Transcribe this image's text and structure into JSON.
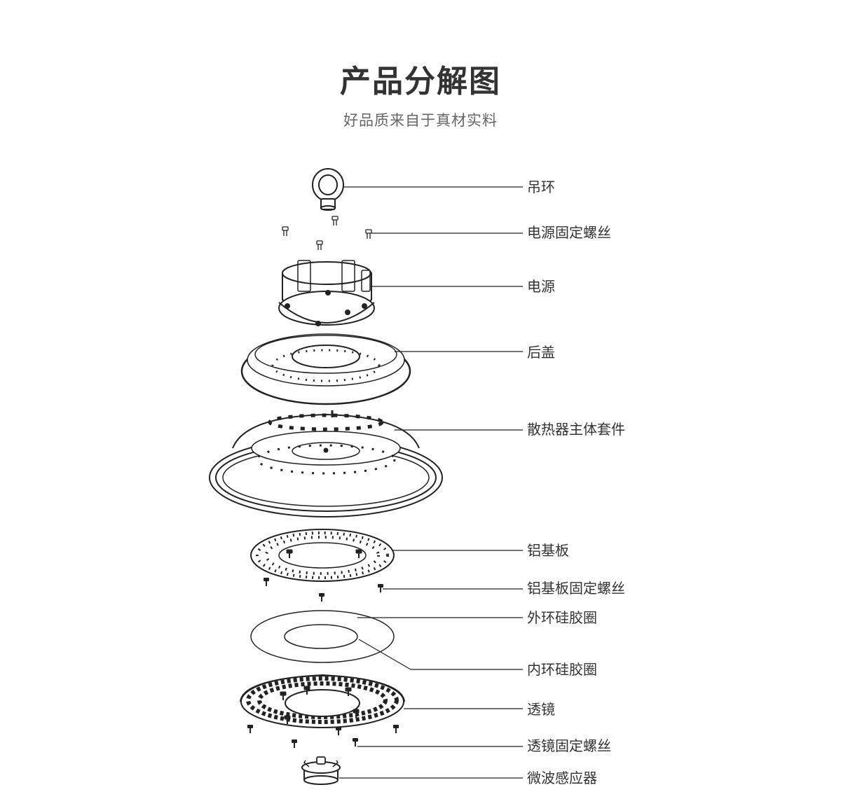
{
  "title": "产品分解图",
  "subtitle": "好品质来自于真材实料",
  "parts": [
    {
      "id": "lifting-ring",
      "label": "吊环"
    },
    {
      "id": "driver-screws",
      "label": "电源固定螺丝"
    },
    {
      "id": "driver",
      "label": "电源"
    },
    {
      "id": "back-cover",
      "label": "后盖"
    },
    {
      "id": "heatsink",
      "label": "散热器主体套件"
    },
    {
      "id": "aluminum-board",
      "label": "铝基板"
    },
    {
      "id": "board-screws",
      "label": "铝基板固定螺丝"
    },
    {
      "id": "outer-seal",
      "label": "外环硅胶圈"
    },
    {
      "id": "inner-seal",
      "label": "内环硅胶圈"
    },
    {
      "id": "lens",
      "label": "透镜"
    },
    {
      "id": "lens-screws",
      "label": "透镜固定螺丝"
    },
    {
      "id": "microwave-sensor",
      "label": "微波感应器"
    }
  ]
}
